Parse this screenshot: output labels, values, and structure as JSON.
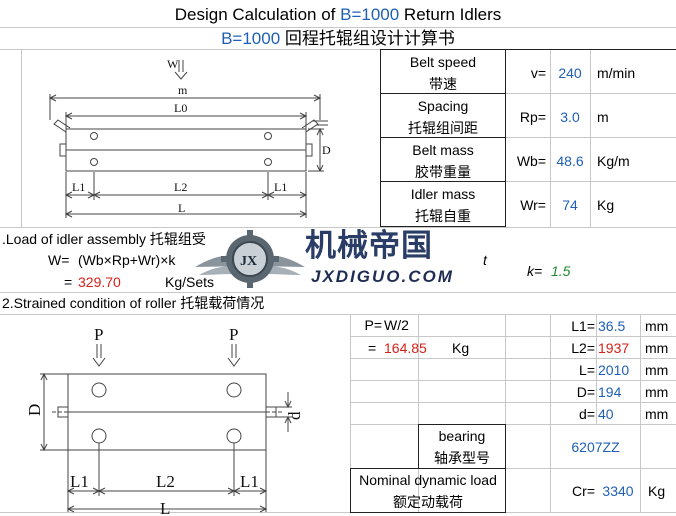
{
  "title": {
    "prefix": "Design Calculation of ",
    "highlight": "B=1000",
    "suffix": " Return Idlers"
  },
  "subtitle": {
    "highlight": "B=1000",
    "suffix": " 回程托辊组设计计算书"
  },
  "colors": {
    "blue": "#1f5fb5",
    "red": "#d6201a",
    "green": "#1a8a2a",
    "grid": "#c8c8c8"
  },
  "params": [
    {
      "en": "Belt speed",
      "cn": "带速",
      "symbol": "v=",
      "value": "240",
      "unit": "m/min"
    },
    {
      "en": "Spacing",
      "cn": "托辊组间距",
      "symbol": "Rp=",
      "value": "3.0",
      "unit": "m"
    },
    {
      "en": "Belt mass",
      "cn": "胶带重量",
      "symbol": "Wb=",
      "value": "48.6",
      "unit": "Kg/m"
    },
    {
      "en": "Idler mass",
      "cn": "托辊自重",
      "symbol": "Wr=",
      "value": "74",
      "unit": "Kg"
    }
  ],
  "diagram1": {
    "W": "W",
    "m": "m",
    "L0": "L0",
    "D": "D",
    "L1a": "L1",
    "L2": "L2",
    "L1b": "L1",
    "L": "L"
  },
  "section1": {
    "heading": ".Load of idler assembly   托辊组受",
    "formula_label": "W=",
    "formula": "(Wb×Rp+Wr)×k",
    "eq": "=",
    "result": "329.70",
    "result_unit": "Kg/Sets",
    "hidden_t": "t",
    "k_label": "k=",
    "k_value": "1.5"
  },
  "watermark": {
    "cn": "机械帝国",
    "en": "JXDIGUO.COM",
    "badge": "JX"
  },
  "section2": {
    "heading": "2.Strained condition of roller   托辊载荷情况",
    "P_label": "P=",
    "P_formula": "W/2",
    "P_eq": "=",
    "P_value": "164.85",
    "P_unit": "Kg"
  },
  "dims": [
    {
      "symbol": "L1=",
      "value": "36.5",
      "unit": "mm",
      "color": "blue"
    },
    {
      "symbol": "L2=",
      "value": "1937",
      "unit": "mm",
      "color": "red"
    },
    {
      "symbol": "L=",
      "value": "2010",
      "unit": "mm",
      "color": "blue"
    },
    {
      "symbol": "D=",
      "value": "194",
      "unit": "mm",
      "color": "blue"
    },
    {
      "symbol": "d=",
      "value": "40",
      "unit": "mm",
      "color": "blue"
    }
  ],
  "bearing": {
    "en": "bearing",
    "cn": "轴承型号",
    "value": "6207ZZ"
  },
  "dynamic_load": {
    "en": "Nominal dynamic load",
    "cn": "额定动载荷",
    "symbol": "Cr=",
    "value": "3340",
    "unit": "Kg"
  },
  "diagram2": {
    "P1": "P",
    "P2": "P",
    "D": "D",
    "d": "d",
    "L1a": "L1",
    "L2": "L2",
    "L1b": "L1",
    "L": "L"
  }
}
